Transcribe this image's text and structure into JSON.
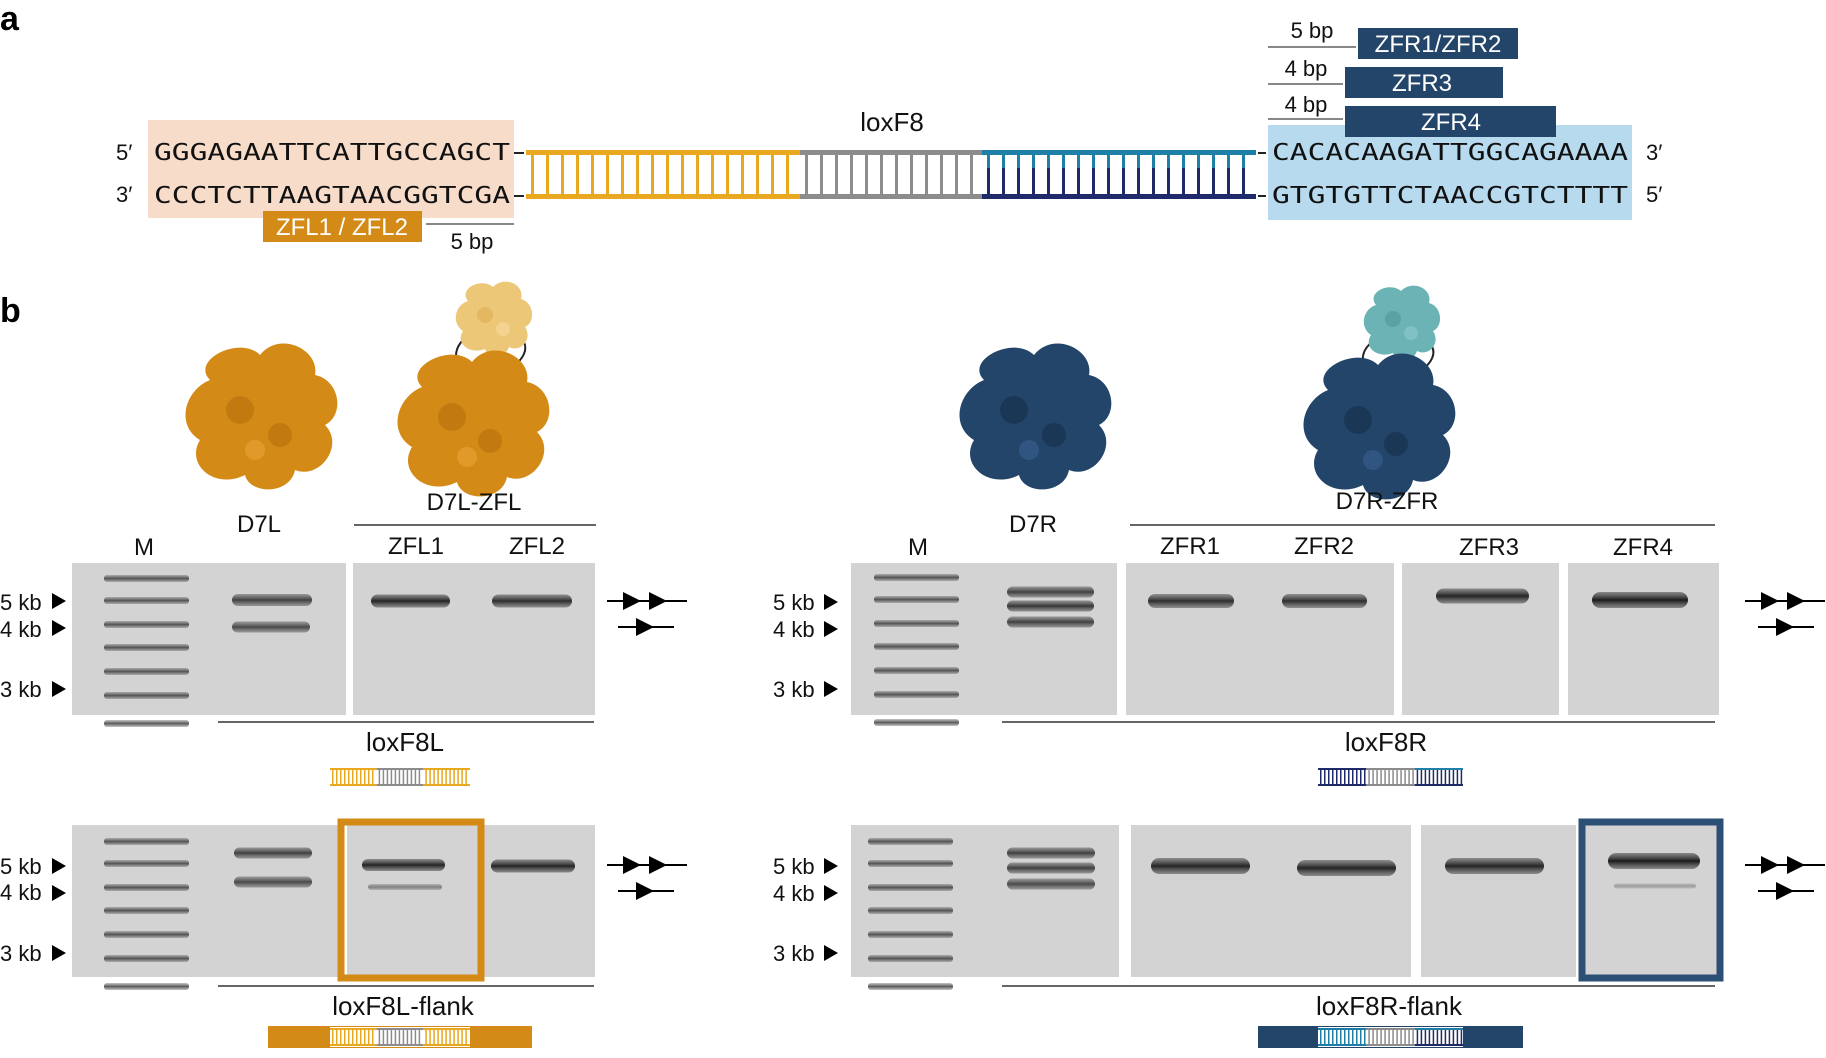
{
  "panel_a": {
    "letter": "a",
    "top_strand": {
      "prime_left": "5′",
      "left_seq": "GGGAGAATTCATTGCCAGCT",
      "right_seq": "CACACAAGATTGGCAGAAAA",
      "prime_right": "3′"
    },
    "bottom_strand": {
      "prime_left": "3′",
      "left_seq": "CCCTCTTAAGTAACGGTCGA",
      "right_seq": "GTGTGTTCTAACCGTCTTTT",
      "prime_right": "5′"
    },
    "site_label": "loxF8",
    "left_box": {
      "label": "ZFL1 / ZFL2",
      "spacer": "5 bp"
    },
    "right_boxes": [
      {
        "label": "ZFR1/ZFR2",
        "spacer": "5 bp"
      },
      {
        "label": "ZFR3",
        "spacer": "4 bp"
      },
      {
        "label": "ZFR4",
        "spacer": "4 bp"
      }
    ]
  },
  "panel_b": {
    "letter": "b",
    "left": {
      "protein_labels": {
        "d7": "D7L",
        "fusion": "D7L-ZFL"
      },
      "ladder_label": "M",
      "lanes": [
        "ZFL1",
        "ZFL2"
      ],
      "substrates": [
        "loxF8L",
        "loxF8L-flank"
      ]
    },
    "right": {
      "protein_labels": {
        "d7": "D7R",
        "fusion": "D7R-ZFR"
      },
      "ladder_label": "M",
      "lanes": [
        "ZFR1",
        "ZFR2",
        "ZFR3",
        "ZFR4"
      ],
      "substrates": [
        "loxF8R",
        "loxF8R-flank"
      ]
    },
    "size_markers": [
      "5 kb",
      "4 kb",
      "3 kb"
    ],
    "colors": {
      "orange": "#D48A16",
      "orange_light": "#EDC778",
      "navy": "#24456A",
      "teal": "#6BB3B4",
      "peach": "#F8DCCA",
      "sky": "#B7DAEF"
    }
  }
}
